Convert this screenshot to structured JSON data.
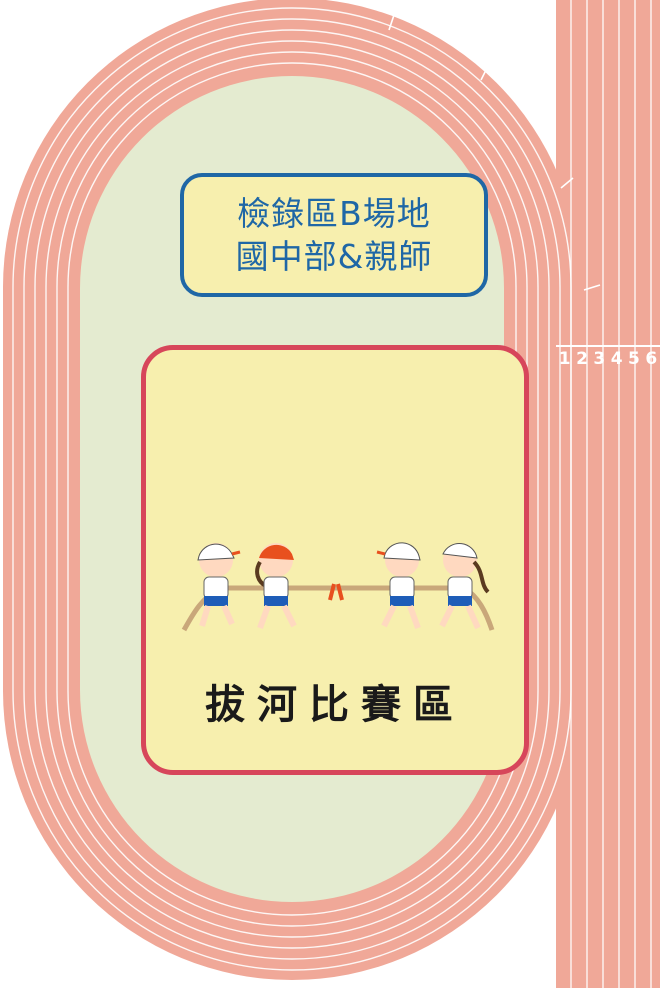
{
  "checkin_area": {
    "line1": "檢錄區B場地",
    "line2": "國中部&親師"
  },
  "tug_of_war_area": {
    "label": "拔河比賽區"
  },
  "lane_numbers": [
    "1",
    "2",
    "3",
    "4",
    "5",
    "6"
  ],
  "colors": {
    "track": "#f0a898",
    "track_lines": "#ffffff",
    "infield": "#e4ebd0",
    "checkin_border": "#1f67a6",
    "zone_fill": "#f7efae",
    "tug_zone_border": "#d7465a"
  },
  "illustration": "children-tug-of-war-illustration"
}
